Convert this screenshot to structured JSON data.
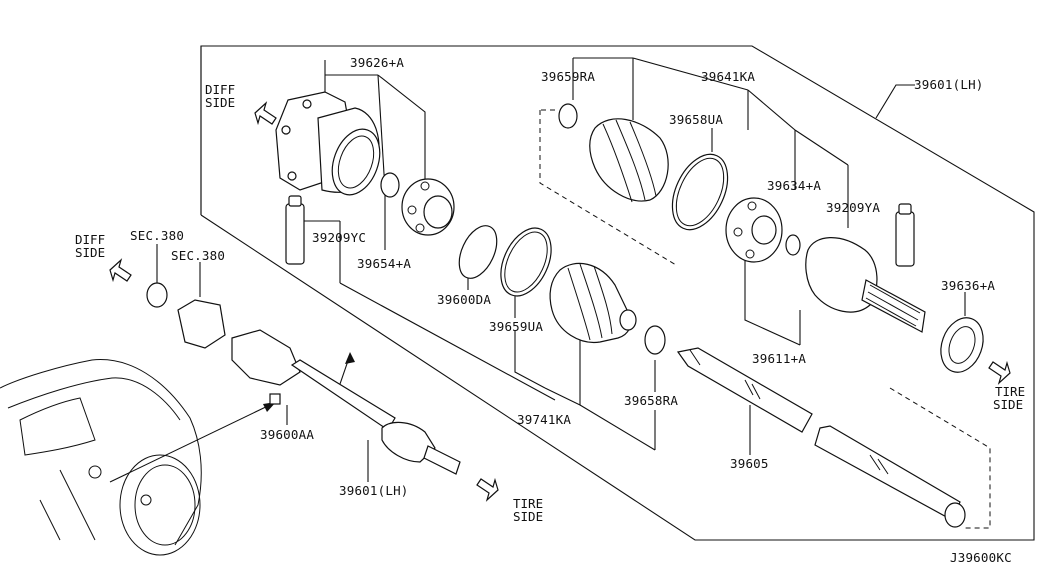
{
  "diagram": {
    "code": "J39600KC",
    "side_labels": {
      "diff_top_line1": "DIFF",
      "diff_top_line2": "SIDE",
      "diff_left_line1": "DIFF",
      "diff_left_line2": "SIDE",
      "tire_right_line1": "TIRE",
      "tire_right_line2": "SIDE",
      "tire_bottom_line1": "TIRE",
      "tire_bottom_line2": "SIDE"
    },
    "parts": {
      "p39626A": "39626+A",
      "p39659RA": "39659RA",
      "p39641KA": "39641KA",
      "p39601LH_top": "39601(LH)",
      "p39658UA": "39658UA",
      "p39634A": "39634+A",
      "p39209YA": "39209YA",
      "p39209YC": "39209YC",
      "p39654A": "39654+A",
      "p39600DA": "39600DA",
      "p39659UA": "39659UA",
      "p39636A": "39636+A",
      "p39611A": "39611+A",
      "p39658RA": "39658RA",
      "p39741KA": "39741KA",
      "p39605": "39605",
      "p39600AA": "39600AA",
      "p39601LH_bottom": "39601(LH)",
      "sec380_a": "SEC.380",
      "sec380_b": "SEC.380"
    }
  }
}
